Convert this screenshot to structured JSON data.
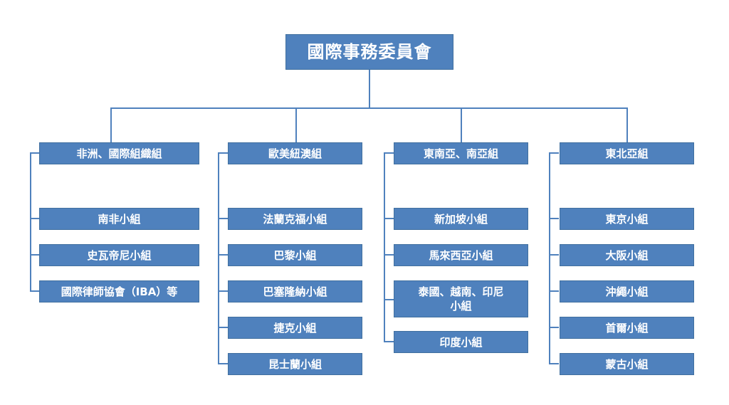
{
  "root": {
    "label": "國際事務委員會"
  },
  "groups": [
    {
      "label": "非洲、國際組織組",
      "children": [
        "南非小組",
        "史瓦帝尼小組",
        "國際律師協會（IBA）等"
      ]
    },
    {
      "label": "歐美紐澳組",
      "children": [
        "法蘭克福小組",
        "巴黎小組",
        "巴塞隆納小組",
        "捷克小組",
        "昆士蘭小組"
      ]
    },
    {
      "label": "東南亞、南亞組",
      "children": [
        "新加坡小組",
        "馬來西亞小組",
        "泰國、越南、印尼小組",
        "印度小組"
      ]
    },
    {
      "label": "東北亞組",
      "children": [
        "東京小組",
        "大阪小組",
        "沖繩小組",
        "首爾小組",
        "蒙古小組"
      ]
    }
  ]
}
